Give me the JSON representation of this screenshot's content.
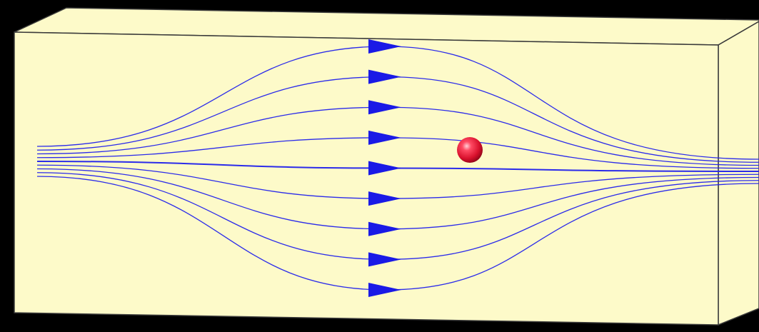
{
  "colors": {
    "background": "#000000",
    "box_face": "#fdfac9",
    "box_edge": "#3a3a3a",
    "field_line": "#2b2bea",
    "arrow": "#1a1ae6",
    "charge": "#e8102e"
  },
  "field_lines": {
    "count": 9,
    "direction": "left-to-right"
  },
  "charge": {
    "icon": "red-sphere"
  }
}
